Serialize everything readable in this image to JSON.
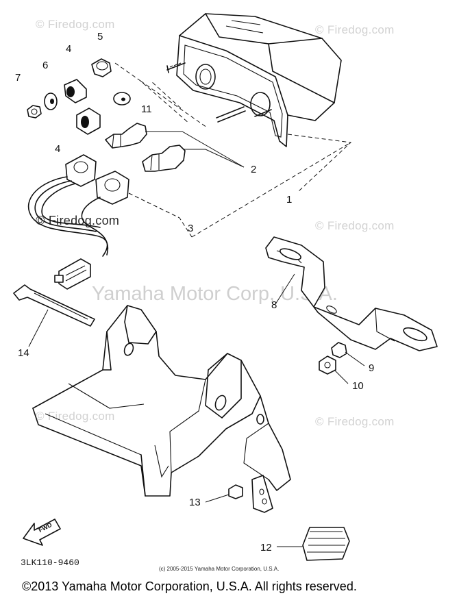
{
  "watermarks": {
    "firedog_label": "Firedog.com",
    "firedog_inline": "Firedog.com",
    "center": "Yamaha Motor Corp, U.S.A."
  },
  "diagram_code": "3LK110-9460",
  "small_copyright": "(c) 2005-2015 Yamaha Motor Corporation, U.S.A.",
  "footer": "©2013 Yamaha Motor Corporation, U.S.A. All rights reserved.",
  "fwd_label": "FWD",
  "callouts": {
    "c1": "1",
    "c2": "2",
    "c3": "3",
    "c4a": "4",
    "c4b": "4",
    "c5": "5",
    "c6": "6",
    "c7": "7",
    "c8": "8",
    "c9": "9",
    "c10": "10",
    "c11": "11",
    "c12": "12",
    "c13": "13",
    "c14": "14"
  }
}
